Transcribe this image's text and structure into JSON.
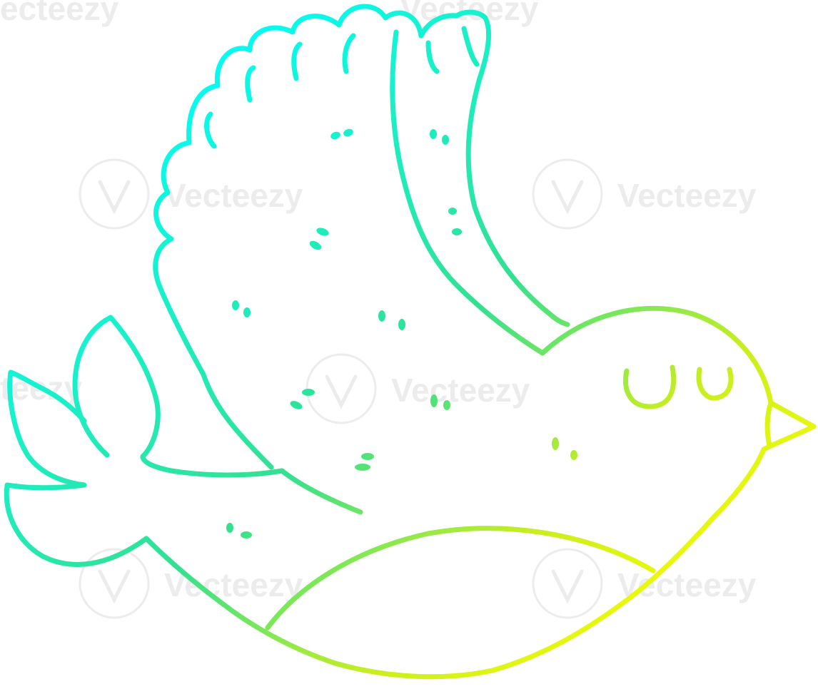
{
  "watermark": {
    "brand": "Vecteezy",
    "partial_top_left": "ecteezy",
    "partial_top_mid": "Vecteezy",
    "partial_left": "teezy"
  },
  "artwork": {
    "subject_icon": "bird-flying-cartoon-icon",
    "gradient": {
      "start": "#00ffff",
      "end": "#ffff00"
    },
    "background": "#ffffff"
  }
}
